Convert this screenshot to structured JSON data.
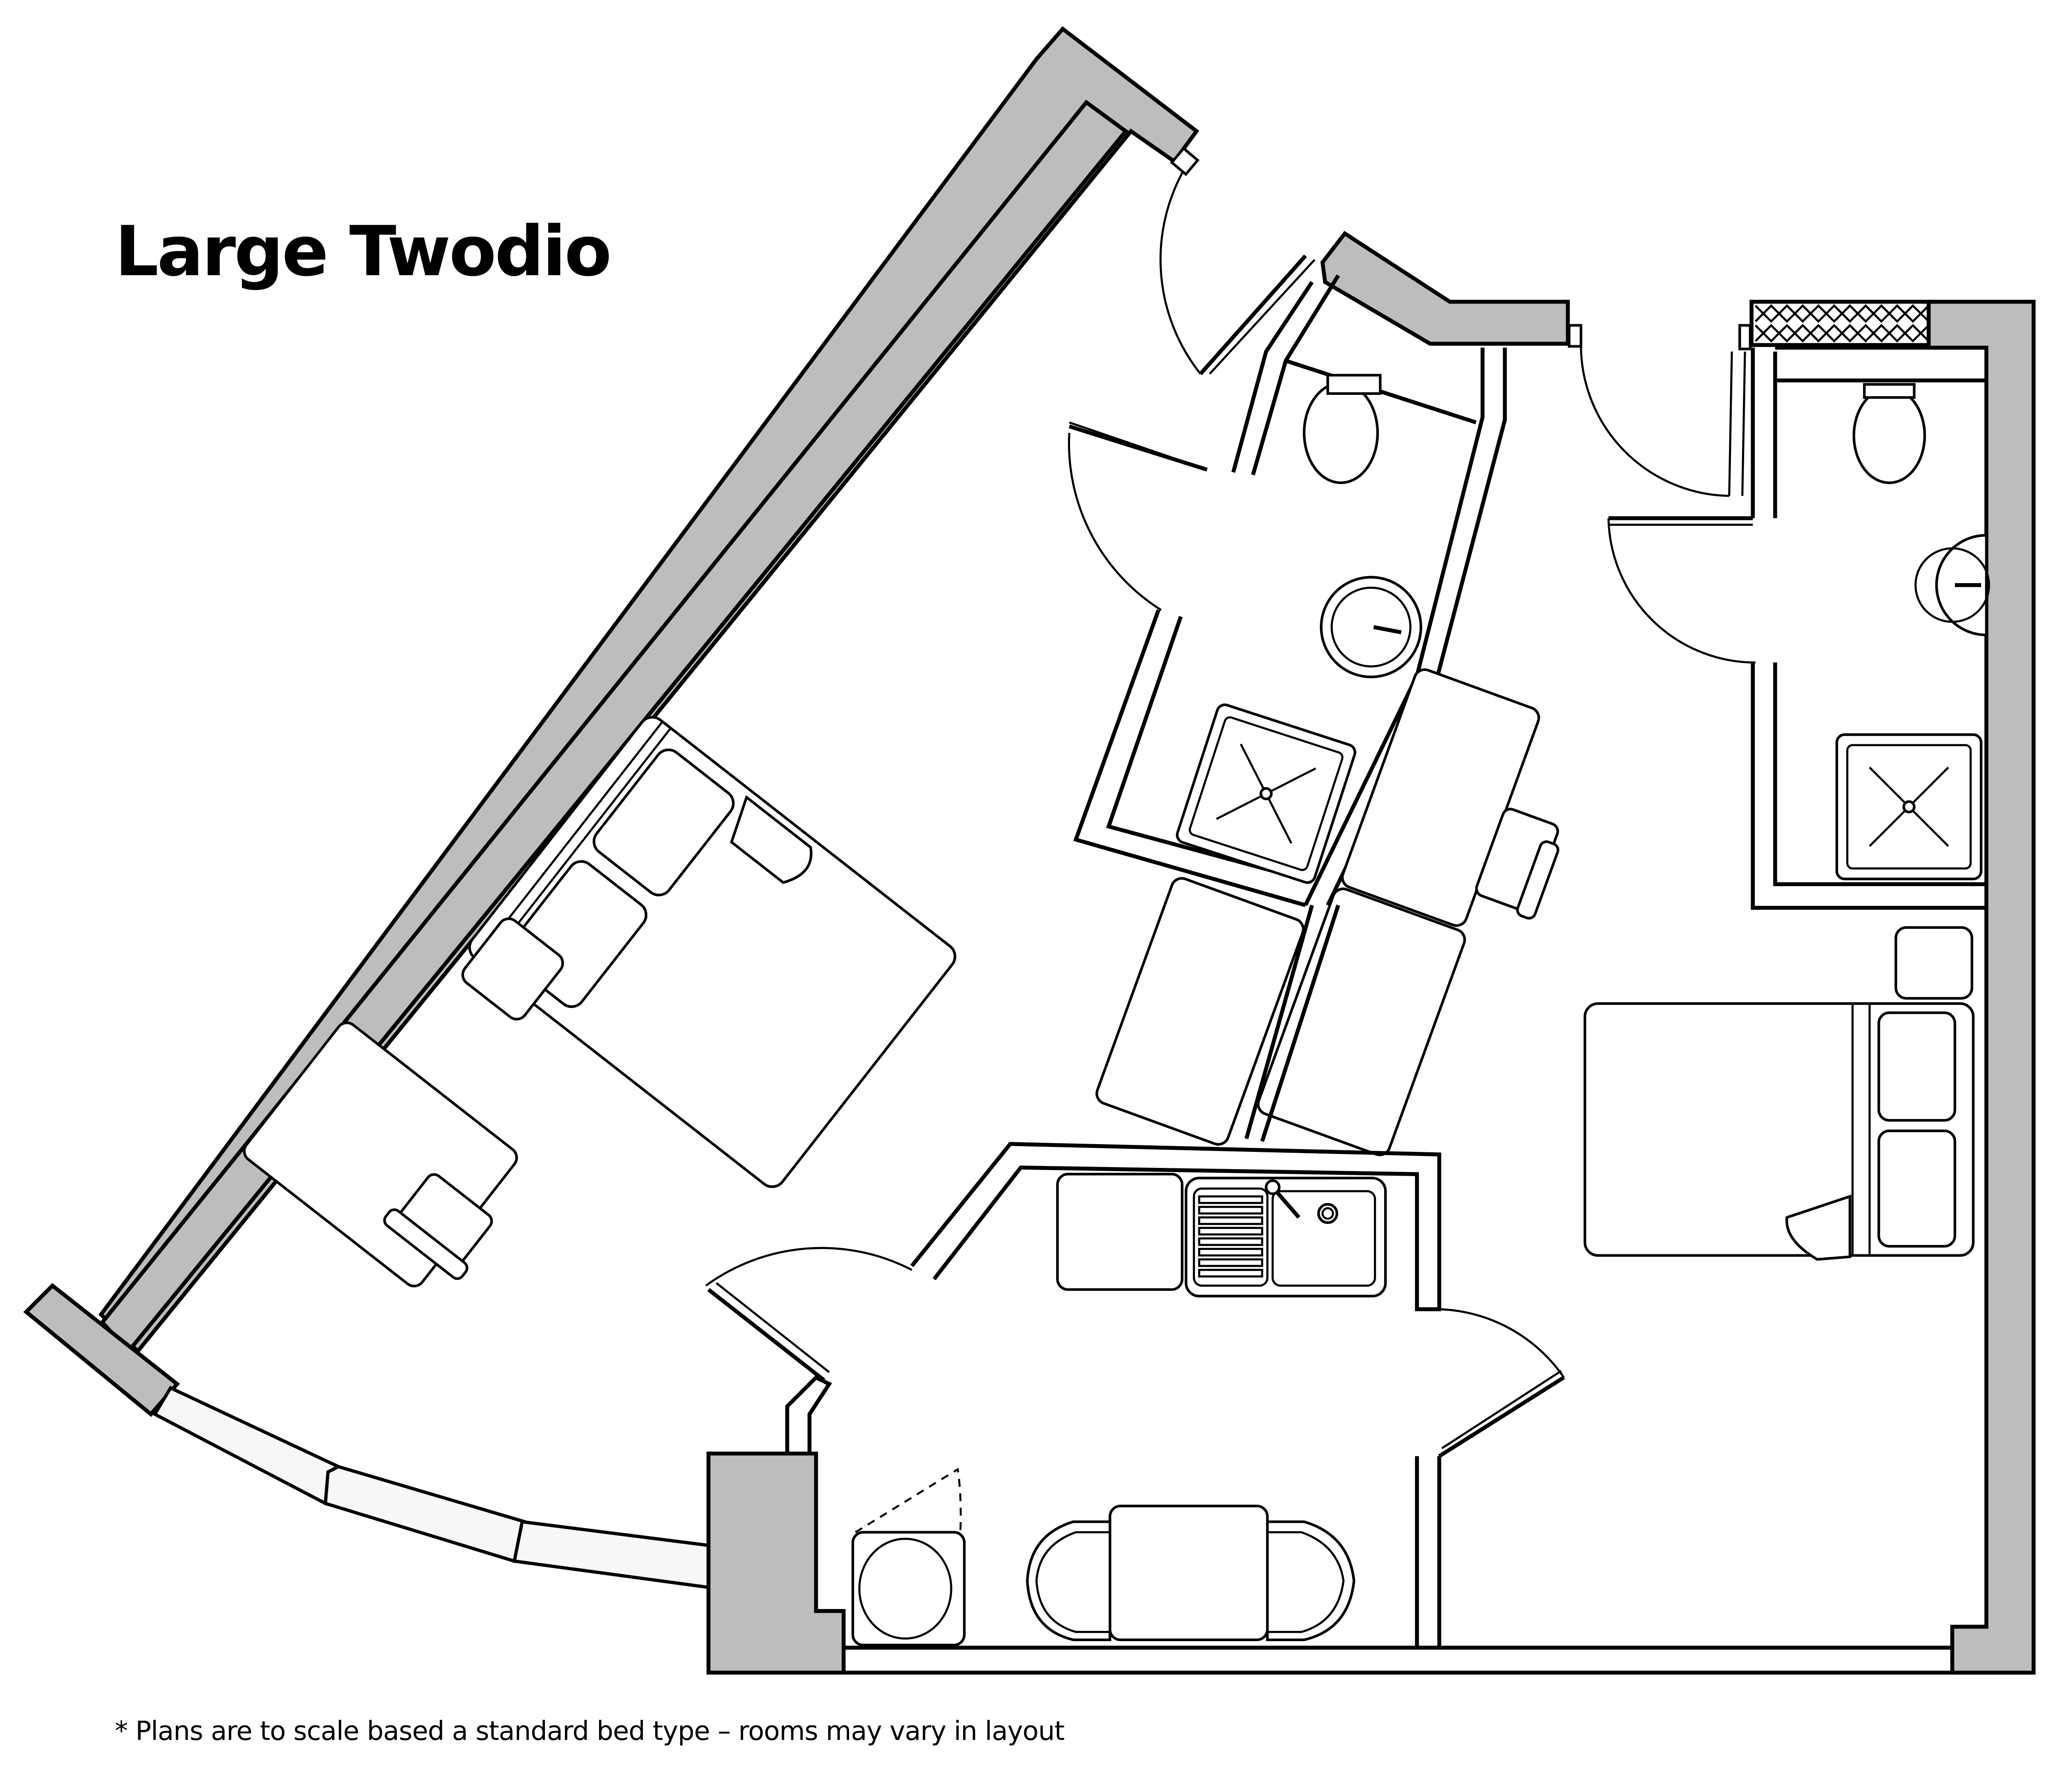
{
  "title": "Large Twodio",
  "footnote": "* Plans are to scale based a standard bed type – rooms may vary in layout",
  "colors": {
    "wall_fill": "#bdbdbd",
    "line": "#000000",
    "background": "#ffffff"
  },
  "rooms": [
    {
      "name": "bedroom-left",
      "fixtures": [
        "double-bed",
        "bedside-table",
        "desk",
        "desk-chair"
      ]
    },
    {
      "name": "ensuite-left",
      "fixtures": [
        "toilet",
        "wash-basin",
        "shower-tray"
      ]
    },
    {
      "name": "wardrobes-center",
      "fixtures": [
        "wardrobe",
        "wardrobe"
      ]
    },
    {
      "name": "bedroom-right",
      "fixtures": [
        "double-bed",
        "bedside-table",
        "desk",
        "desk-chair"
      ]
    },
    {
      "name": "ensuite-right",
      "fixtures": [
        "toilet",
        "wash-basin",
        "shower-tray"
      ]
    },
    {
      "name": "kitchen",
      "fixtures": [
        "counter",
        "sink-with-drainer",
        "washing-machine",
        "dining-table",
        "chair",
        "chair"
      ]
    }
  ]
}
